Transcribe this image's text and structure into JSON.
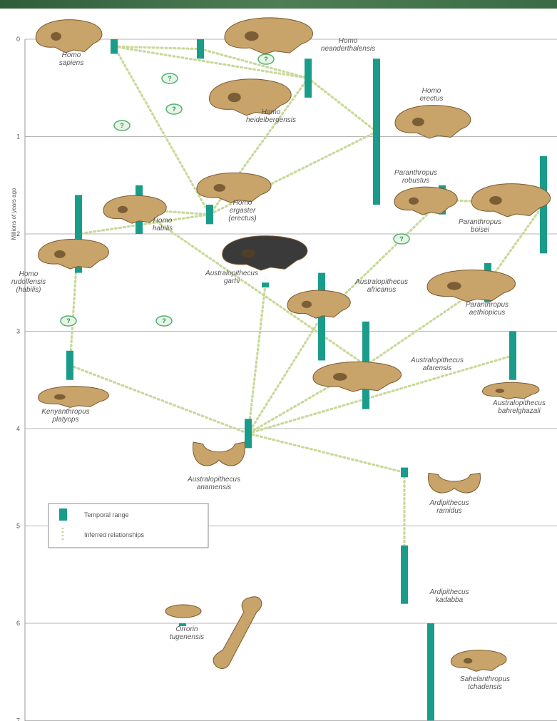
{
  "axis": {
    "title": "Millions of years ago",
    "ticks": [
      "0",
      "1",
      "2",
      "3",
      "4",
      "5",
      "6",
      "7"
    ],
    "max": 7
  },
  "colors": {
    "range_bar": "#1a9c8a",
    "relationship": "#c8d99a",
    "skull": "#c8a36a",
    "skull_dark": "#3a3a3a",
    "question_fill": "#e6f5e6",
    "question_stroke": "#55b06e"
  },
  "legend": {
    "range_label": "Temporal range",
    "relationship_label": "Inferred relationships"
  },
  "question_mark": "?",
  "species": [
    {
      "id": "sapiens",
      "lines": [
        "Homo",
        "sapiens"
      ],
      "start": 0.0,
      "end": 0.15,
      "skull": "skull-icon",
      "dark": false
    },
    {
      "id": "neanderthalensis",
      "lines": [
        "Homo",
        "neanderthalensis"
      ],
      "start": 0.0,
      "end": 0.2,
      "skull": "skull-icon",
      "dark": false
    },
    {
      "id": "erectus",
      "lines": [
        "Homo",
        "erectus"
      ],
      "start": 0.2,
      "end": 1.7,
      "skull": "skull-icon",
      "dark": false
    },
    {
      "id": "heidelbergensis",
      "lines": [
        "Homo",
        "heidelbergensis"
      ],
      "start": 0.2,
      "end": 0.6,
      "skull": "skull-icon",
      "dark": false
    },
    {
      "id": "habilis",
      "lines": [
        "Homo",
        "habilis"
      ],
      "start": 1.5,
      "end": 2.0,
      "skull": "skull-icon",
      "dark": false
    },
    {
      "id": "ergaster",
      "lines": [
        "Homo",
        "ergaster",
        "(erectus)"
      ],
      "start": 1.7,
      "end": 1.9,
      "skull": "skull-icon",
      "dark": false
    },
    {
      "id": "rudolfensis",
      "lines": [
        "Homo",
        "rudolfensis",
        "(habilis)"
      ],
      "start": 1.6,
      "end": 2.4,
      "skull": "skull-icon",
      "dark": false
    },
    {
      "id": "robustus",
      "lines": [
        "Paranthropus",
        "robustus"
      ],
      "start": 1.5,
      "end": 1.8,
      "skull": "skull-icon",
      "dark": false
    },
    {
      "id": "boisei",
      "lines": [
        "Paranthropus",
        "boisei"
      ],
      "start": 1.2,
      "end": 2.2,
      "skull": "skull-icon",
      "dark": false
    },
    {
      "id": "garhi",
      "lines": [
        "Australopithecus",
        "garhi"
      ],
      "start": 2.5,
      "end": 2.55,
      "skull": "skull-icon",
      "dark": true
    },
    {
      "id": "africanus",
      "lines": [
        "Australopithecus",
        "africanus"
      ],
      "start": 2.4,
      "end": 3.3,
      "skull": "skull-icon",
      "dark": false
    },
    {
      "id": "aethiopicus",
      "lines": [
        "Paranthropus",
        "aethiopicus"
      ],
      "start": 2.3,
      "end": 2.7,
      "skull": "skull-icon",
      "dark": false
    },
    {
      "id": "afarensis",
      "lines": [
        "Australopithecus",
        "afarensis"
      ],
      "start": 2.9,
      "end": 3.8,
      "skull": "skull-icon",
      "dark": false
    },
    {
      "id": "bahrelghazali",
      "lines": [
        "Australopithecus",
        "bahrelghazali"
      ],
      "start": 3.0,
      "end": 3.5,
      "skull": "skull-icon",
      "dark": false
    },
    {
      "id": "platyops",
      "lines": [
        "Kenyanthropus",
        "platyops"
      ],
      "start": 3.2,
      "end": 3.5,
      "skull": "skull-icon",
      "dark": false
    },
    {
      "id": "anamensis",
      "lines": [
        "Australopithecus",
        "anamensis"
      ],
      "start": 3.9,
      "end": 4.2,
      "skull": "jaw-icon",
      "dark": false
    },
    {
      "id": "ramidus",
      "lines": [
        "Ardipithecus",
        "ramidus"
      ],
      "start": 4.4,
      "end": 4.5,
      "skull": "jaw-icon",
      "dark": false
    },
    {
      "id": "kadabba",
      "lines": [
        "Ardipithecus",
        "kadabba"
      ],
      "start": 5.2,
      "end": 5.8,
      "skull": "bone-icon",
      "dark": false
    },
    {
      "id": "tugenensis",
      "lines": [
        "Orrorin",
        "tugenensis"
      ],
      "start": 6.0,
      "end": 6.02,
      "skull": "femur-icon",
      "dark": false
    },
    {
      "id": "tchadensis",
      "lines": [
        "Sahelanthropus",
        "tchadensis"
      ],
      "start": 6.0,
      "end": 7.0,
      "skull": "skull-icon",
      "dark": false
    }
  ]
}
